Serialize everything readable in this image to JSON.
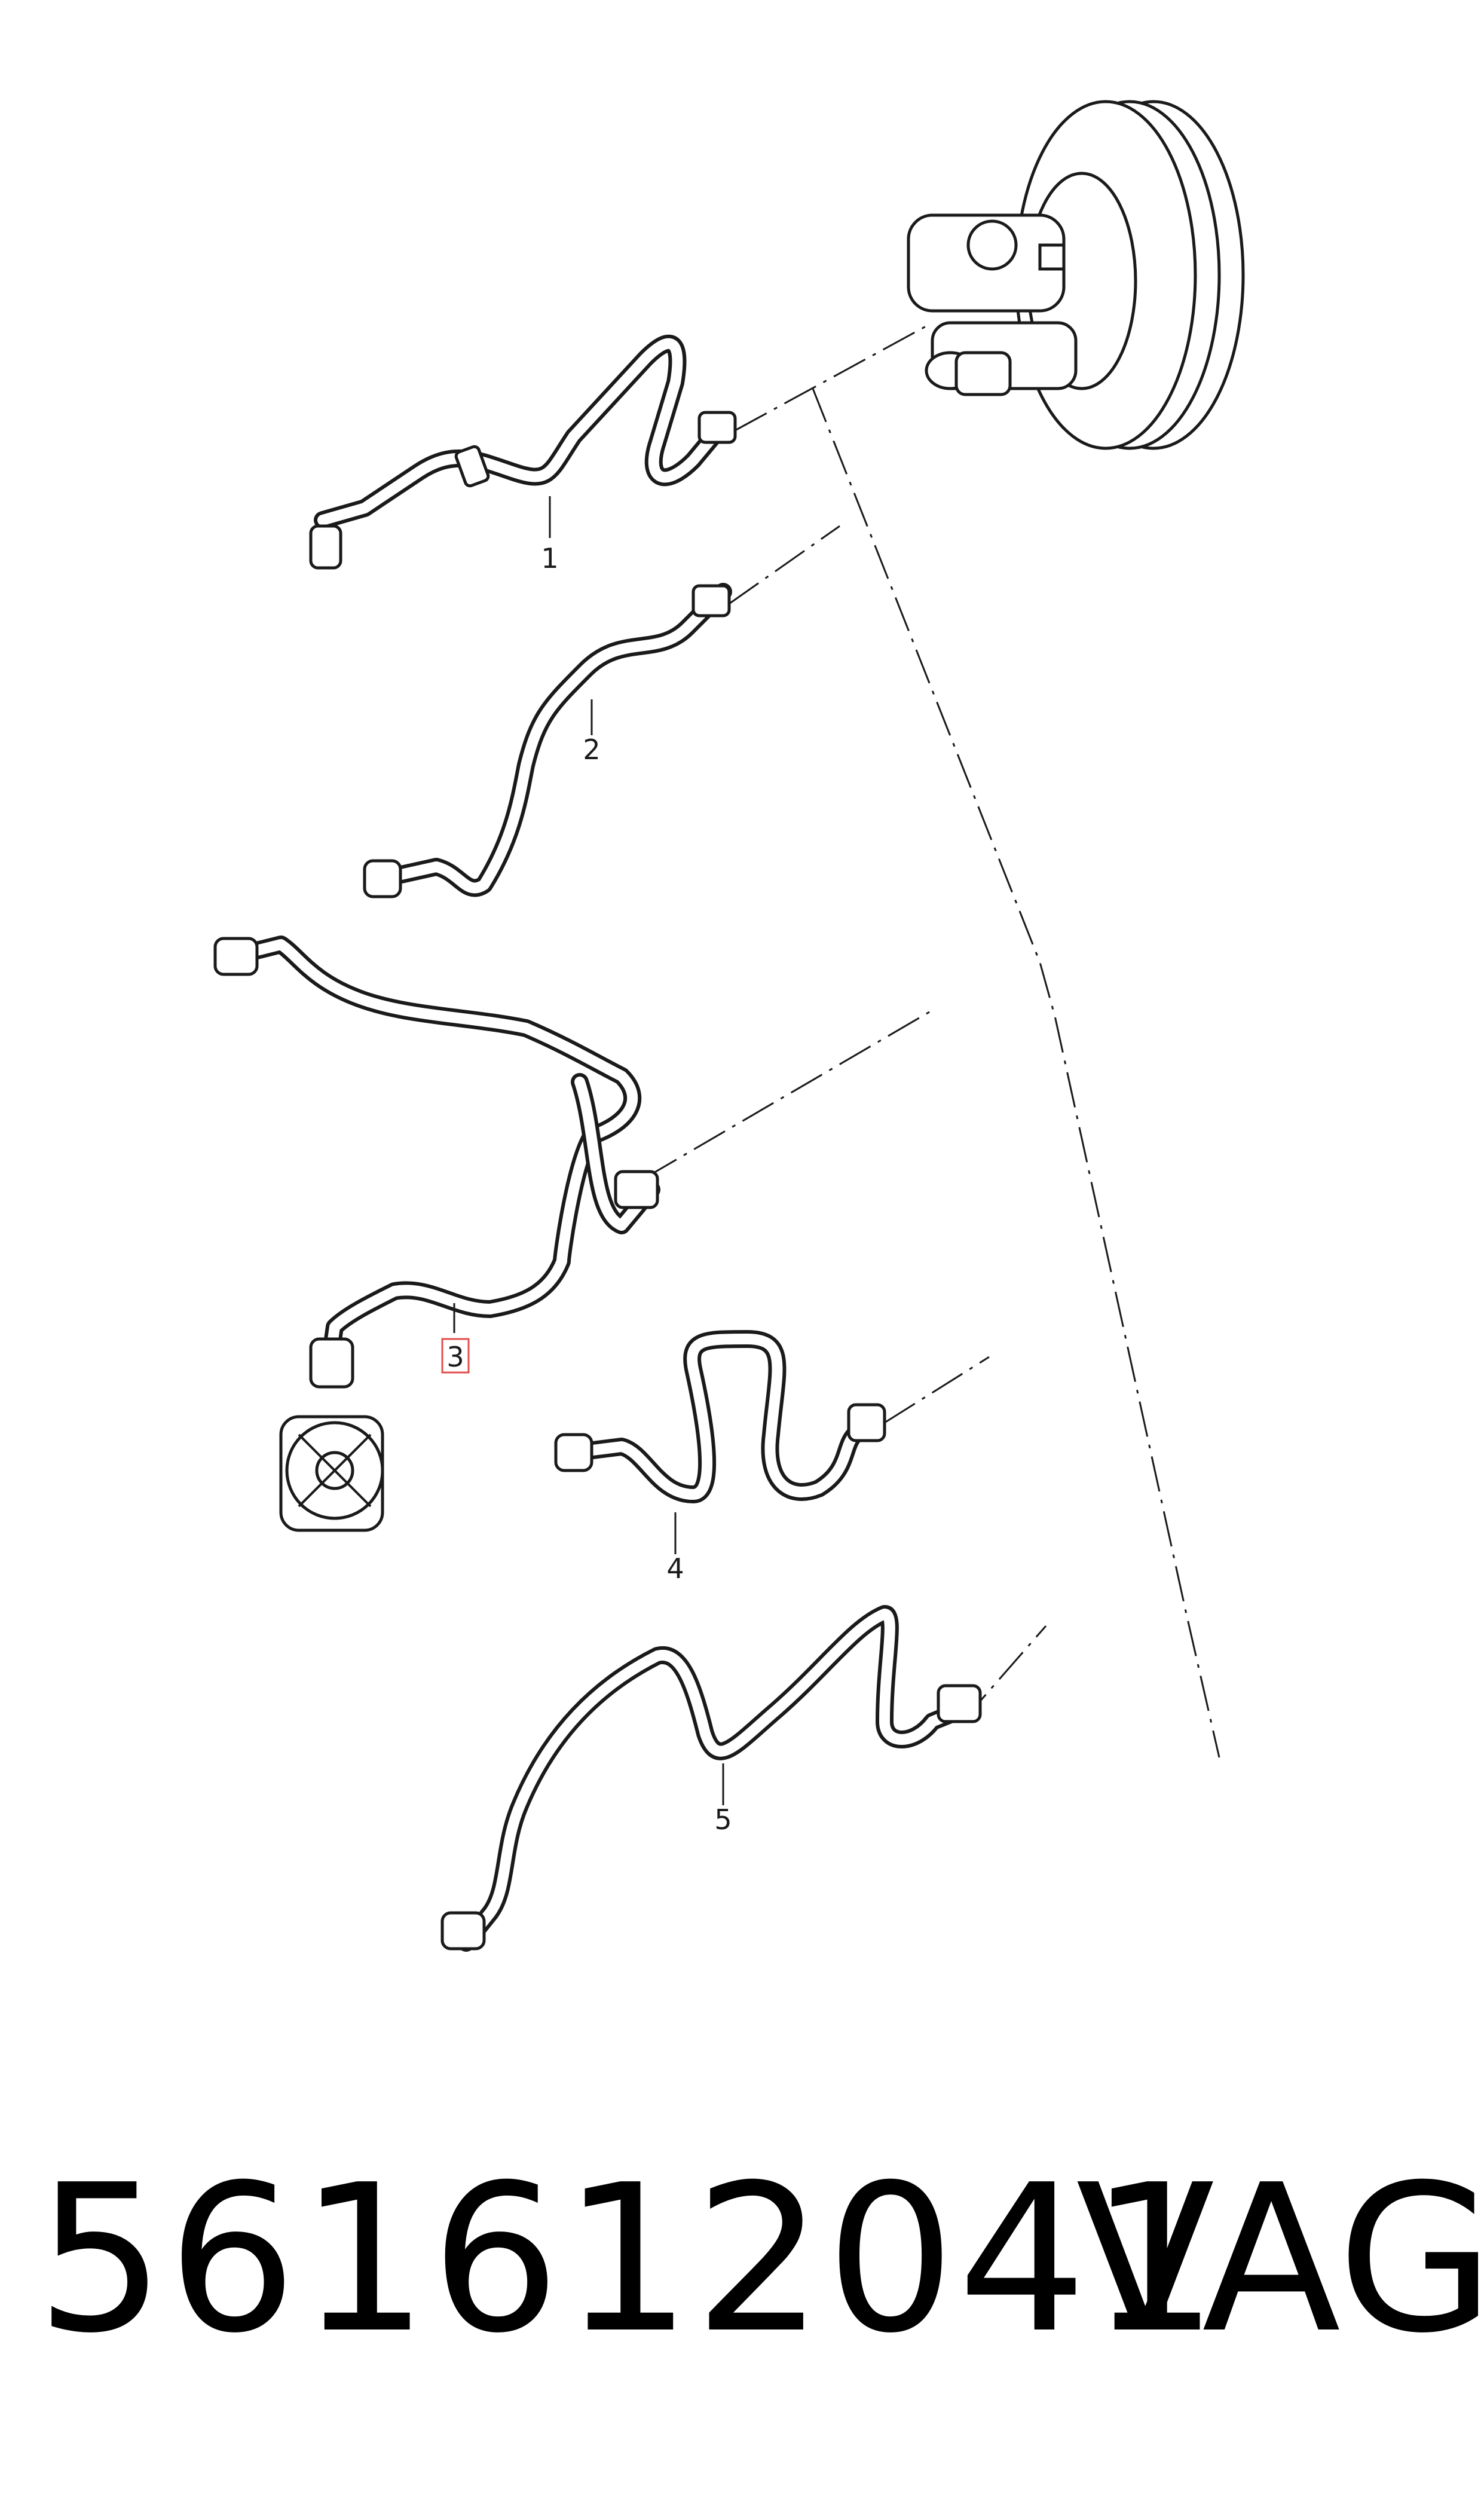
{
  "diagram": {
    "callouts": [
      "1",
      "2",
      "3",
      "4",
      "5"
    ],
    "highlighted_callout": "3",
    "components": [
      "brake-booster",
      "vacuum-hose",
      "vacuum-pump"
    ]
  },
  "footer": {
    "part_number": "561612041",
    "brand": "VAG"
  }
}
